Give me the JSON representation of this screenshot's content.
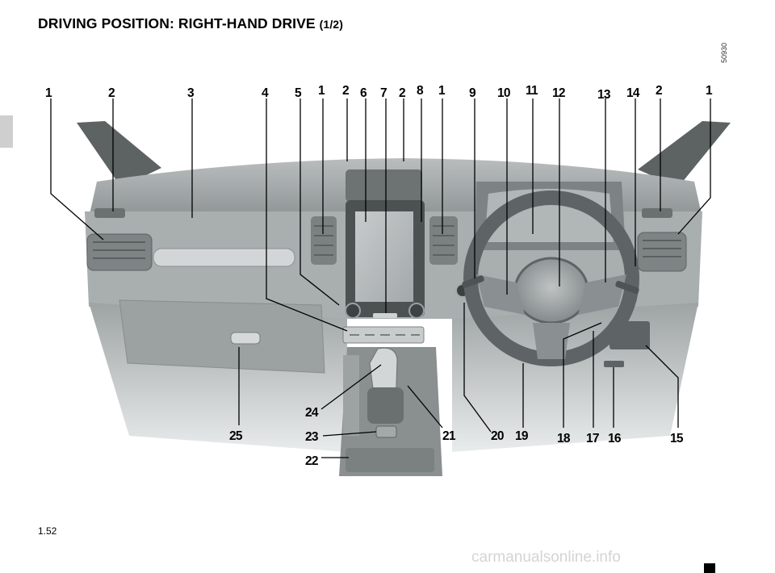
{
  "header": {
    "title": "DRIVING POSITION: RIGHT-HAND DRIVE",
    "subtitle": "(1/2)"
  },
  "figure": {
    "code": "50930",
    "callouts": {
      "top": [
        "1",
        "2",
        "3",
        "4",
        "5",
        "1",
        "2",
        "6",
        "7",
        "2",
        "8",
        "1",
        "9",
        "10",
        "11",
        "12",
        "13",
        "14",
        "2",
        "1"
      ],
      "bottom": [
        "24",
        "25",
        "23",
        "21",
        "20",
        "19",
        "18",
        "17",
        "16",
        "15",
        "22"
      ]
    }
  },
  "footer": {
    "page_number": "1.52",
    "watermark": "carmanualsonline.info"
  }
}
